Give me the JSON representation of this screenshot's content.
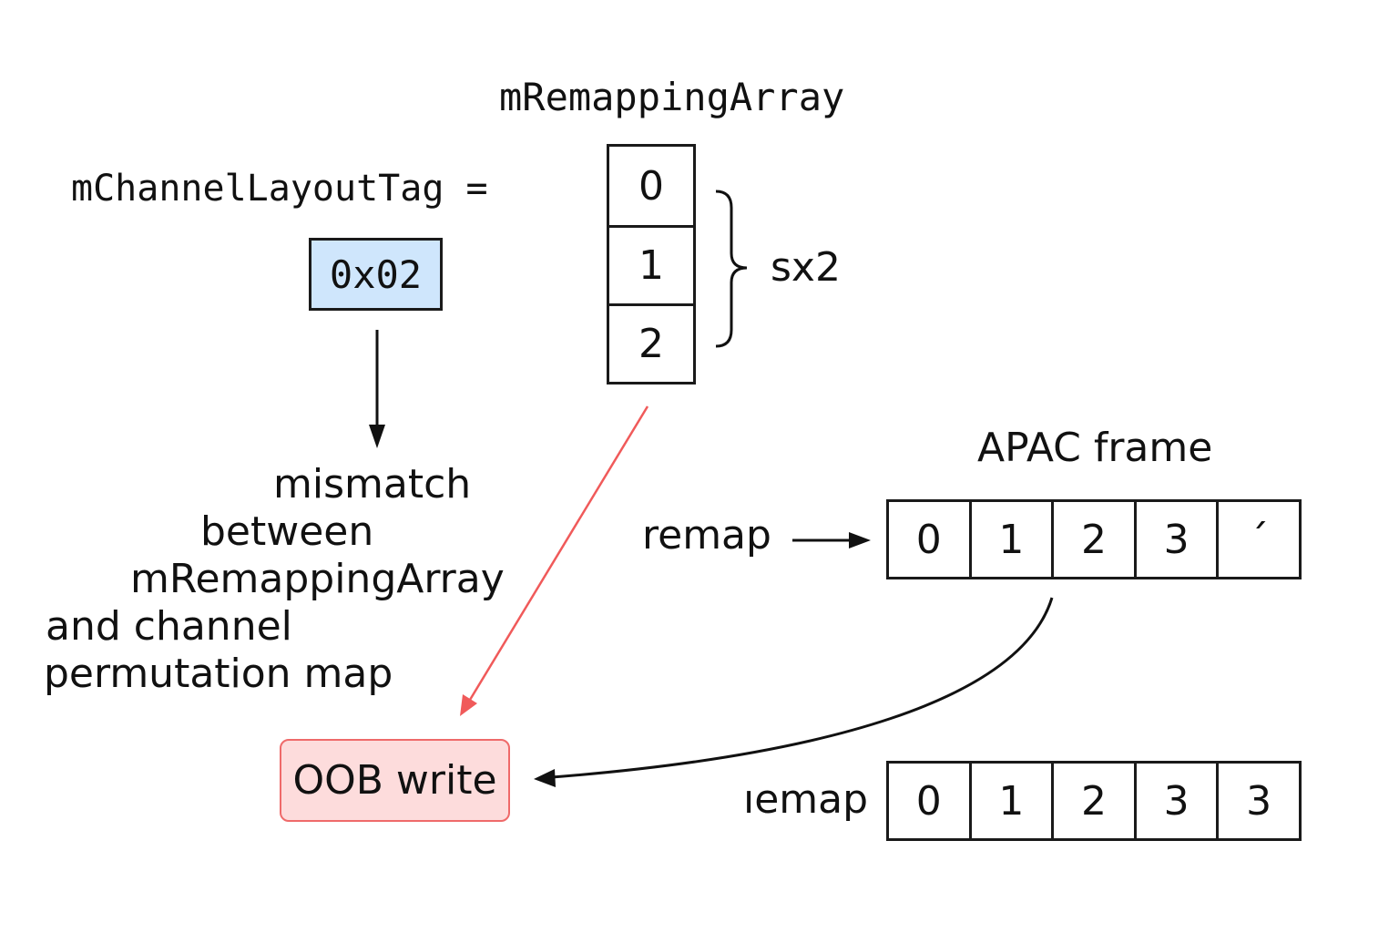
{
  "remapping_array": {
    "title": "mRemappingArray",
    "cells": [
      "0",
      "1",
      "2"
    ]
  },
  "channel_layout_tag": {
    "label": "mChannelLayoutTag  =",
    "value": "0x02"
  },
  "brace_label": "sx2",
  "mismatch_lines": [
    "mismatch",
    "between",
    "mRemappingArray",
    "and channel",
    "permutation map"
  ],
  "apac_frame": {
    "title": "APAC frame",
    "rows": [
      {
        "label": "remap",
        "cells": [
          "0",
          "1",
          "2",
          "3",
          "´"
        ]
      },
      {
        "label": "ıemap",
        "cells": [
          "0",
          "1",
          "2",
          "3",
          "3"
        ]
      }
    ]
  },
  "oob_label": "OOB write",
  "colors": {
    "tag_fill": "#cfe6fc",
    "oob_fill": "#fddcdc",
    "oob_stroke": "#ef6a6a",
    "error_arrow": "#f05a5a",
    "stroke": "#1a1a1a"
  }
}
